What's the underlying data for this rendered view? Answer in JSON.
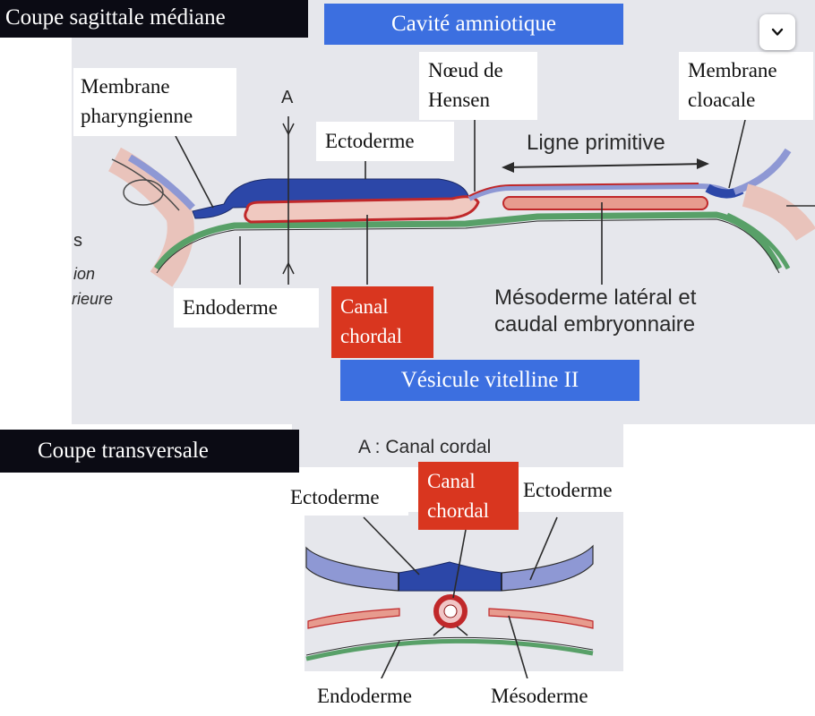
{
  "sagittal": {
    "section_title": "Coupe sagittale médiane",
    "labels": {
      "amniotic_cavity": "Cavité amniotique",
      "pharyngeal_membrane": "Membrane pharyngienne",
      "axis_marker": "A",
      "hensen_node": "Nœud de Hensen",
      "cloacal_membrane": "Membrane cloacale",
      "ectoderm": "Ectoderme",
      "primitive_streak": "Ligne primitive",
      "endoderm": "Endoderme",
      "chordal_canal": "Canal chordal",
      "lateral_mesoderm": "Mésoderme latéral et caudal embryonnaire",
      "yolk_sac": "Vésicule vitelline II",
      "partial_left_1": "s",
      "partial_left_2": "ion",
      "partial_left_3": "rieure"
    }
  },
  "transverse": {
    "section_title": "Coupe transversale",
    "subtitle": "A : Canal cordal",
    "labels": {
      "ectoderm_left": "Ectoderme",
      "chordal_canal": "Canal chordal",
      "ectoderm_right": "Ectoderme",
      "endoderm": "Endoderme",
      "mesoderm": "Mésoderme"
    }
  },
  "colors": {
    "ectoderm": "#2c47a8",
    "ectoderm_light": "#6e82cf",
    "mesoderm": "#d9776a",
    "endoderm": "#58a068",
    "chordal_canal": "#c0282a",
    "label_blue": "#3c6fe0",
    "label_red": "#d9361f",
    "label_black": "#0b0b14"
  },
  "icons": {
    "expand_button": "chevron-down-icon"
  }
}
